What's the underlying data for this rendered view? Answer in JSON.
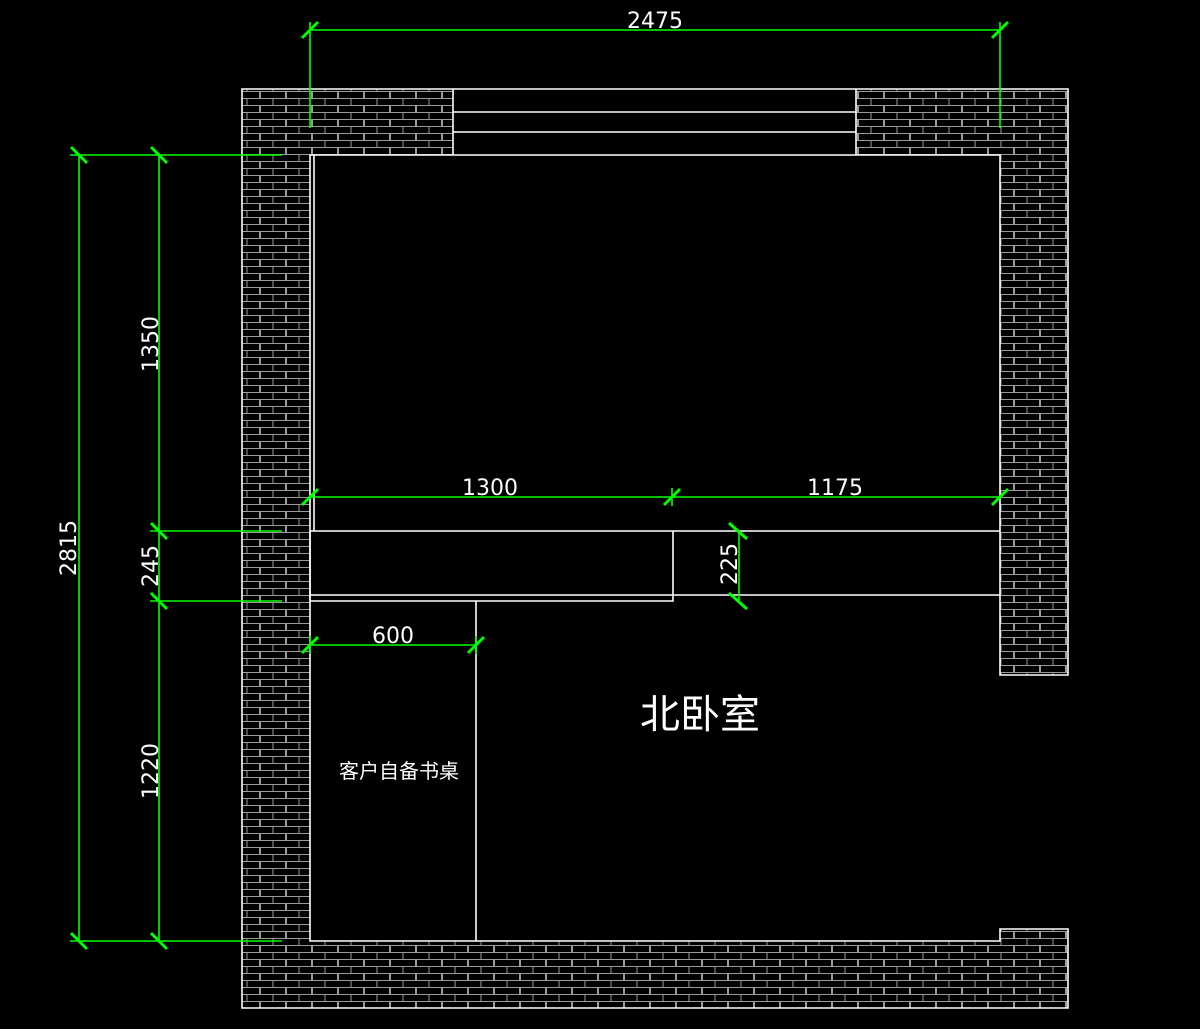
{
  "colors": {
    "background": "#000000",
    "wall_lines": "#ffffff",
    "dimension_lines": "#00ff00",
    "text": "#ffffff"
  },
  "room": {
    "name": "北卧室"
  },
  "furniture": {
    "desk_label": "客户自备书桌"
  },
  "dimensions": {
    "overall_width": "2475",
    "overall_height": "2815",
    "left_upper": "1350",
    "left_middle": "245",
    "left_lower": "1220",
    "cabinet_left_width": "1300",
    "cabinet_right_width": "1175",
    "cabinet_step": "225",
    "desk_width": "600"
  },
  "wall_fill": "brick-hatch"
}
